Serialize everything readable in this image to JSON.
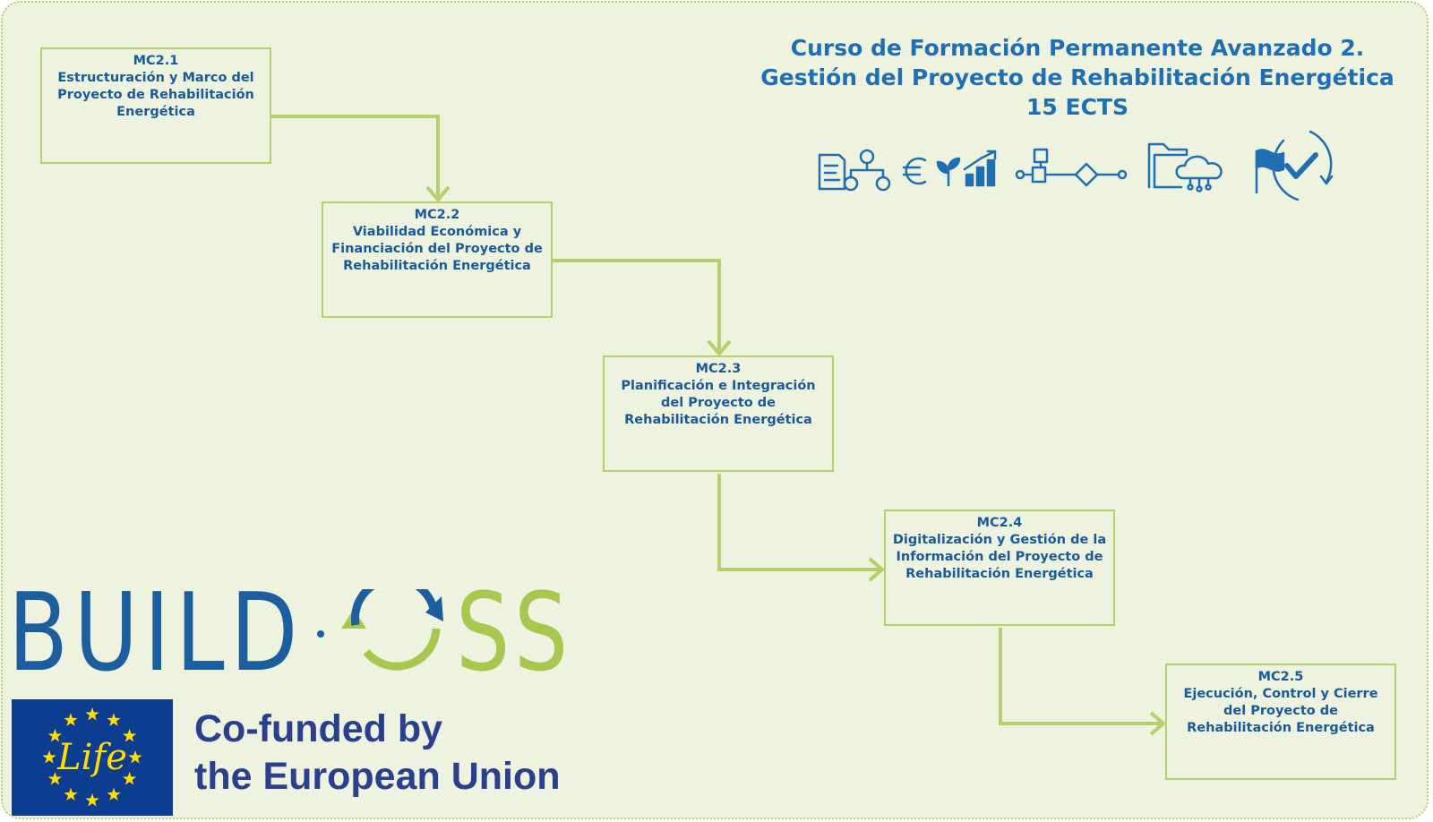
{
  "title": {
    "line1": "Curso de Formación Permanente Avanzado 2.",
    "line2": "Gestión del Proyecto de Rehabilitación Energética",
    "line3": "15 ECTS"
  },
  "modules": [
    {
      "code": "MC2.1",
      "name": "Estructuración y Marco del Proyecto de Rehabilitación Energética"
    },
    {
      "code": "MC2.2",
      "name": "Viabilidad Económica y Financiación del Proyecto de Rehabilitación Energética"
    },
    {
      "code": "MC2.3",
      "name": "Planificación e Integración del Proyecto de Rehabilitación Energética"
    },
    {
      "code": "MC2.4",
      "name": "Digitalización y Gestión de la Información del Proyecto de Rehabilitación Energética"
    },
    {
      "code": "MC2.5",
      "name": "Ejecución, Control y Cierre del Proyecto de Rehabilitación Energética"
    }
  ],
  "icons": [
    "document-org-chart-icon",
    "euro-plant-growth-chart-icon",
    "process-flow-icon",
    "folder-cloud-icon",
    "flag-check-cycle-icon"
  ],
  "logo": {
    "build": "BUILD",
    "oss": "SS",
    "life": "Life"
  },
  "funding": {
    "line1": "Co-funded by",
    "line2": "the European Union"
  },
  "colors": {
    "background": "#eef3df",
    "box_border": "#b5cf6b",
    "text_blue": "#1a5a9b",
    "title_blue": "#1f6fb2",
    "eu_blue": "#0c3d91",
    "eu_star": "#ffdd00",
    "logo_blue": "#1d5f9e",
    "logo_green": "#a8c74f"
  }
}
